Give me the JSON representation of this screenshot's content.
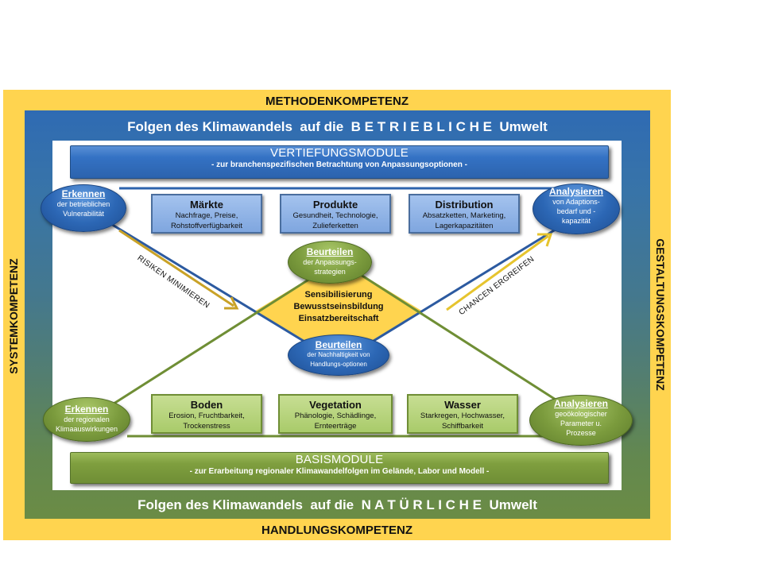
{
  "competencies": {
    "top": "METHODENKOMPETENZ",
    "bottom": "HANDLUNGSKOMPETENZ",
    "left": "SYSTEMKOMPETENZ",
    "right": "GESTALTUNGSKOMPETENZ"
  },
  "titles": {
    "top": "Folgen des Klimawandels  auf die  B E T R I E B L I C H E  Umwelt",
    "bottom": "Folgen des Klimawandels  auf die  N A T Ü R L I C H E  Umwelt"
  },
  "modules": {
    "vertiefung": {
      "title": "VERTIEFUNGSMODULE",
      "subtitle": "- zur branchenspezifischen  Betrachtung von Anpassungsoptionen  -"
    },
    "basis": {
      "title": "BASISMODULE",
      "subtitle": "- zur Erarbeitung regionaler Klimawandelfolgen  im Gelände, Labor und Modell -"
    }
  },
  "business_boxes": [
    {
      "title": "Märkte",
      "line1": "Nachfrage, Preise,",
      "line2": "Rohstoffverfügbarkeit"
    },
    {
      "title": "Produkte",
      "line1": "Gesundheit, Technologie,",
      "line2": "Zulieferketten"
    },
    {
      "title": "Distribution",
      "line1": "Absatzketten, Marketing,",
      "line2": "Lagerkapazitäten"
    }
  ],
  "nature_boxes": [
    {
      "title": "Boden",
      "line1": "Erosion, Fruchtbarkeit,",
      "line2": "Trockenstress"
    },
    {
      "title": "Vegetation",
      "line1": "Phänologie, Schädlinge,",
      "line2": "Ernteerträge"
    },
    {
      "title": "Wasser",
      "line1": "Starkregen, Hochwasser,",
      "line2": "Schiffbarkeit"
    }
  ],
  "ellipses": {
    "top_left": {
      "title": "Erkennen",
      "lines": [
        "der betrieblichen",
        "Vulnerabilität"
      ]
    },
    "top_right": {
      "title": "Analysieren",
      "lines": [
        "von Adaptions-",
        "bedarf und -",
        "kapazität"
      ]
    },
    "bottom_left": {
      "title": "Erkennen",
      "lines": [
        "der regionalen",
        "Klimaauswirkungen"
      ]
    },
    "bottom_right": {
      "title": "Analysieren",
      "lines": [
        "geoökologischer",
        "Parameter u.",
        "Prozesse"
      ]
    },
    "center_top": {
      "title": "Beurteilen",
      "lines": [
        "der Anpassungs-",
        "strategien"
      ]
    },
    "center_bottom": {
      "title": "Beurteilen",
      "lines": [
        "der Nachhaltigkeit  von",
        "Handlungs-optionen"
      ]
    }
  },
  "center": {
    "lines": [
      "Sensibilisierung",
      "Bewusstseinsbildung",
      "Einsatzbereitschaft"
    ]
  },
  "arrows": {
    "left": "RISIKEN MINIMIEREN",
    "right": "CHANCEN ERGREIFEN"
  },
  "colors": {
    "competence_frame": "#ffd44f",
    "business_blue": "#2f6bb3",
    "nature_green": "#6b8c45",
    "diamond": "#ffd44f",
    "arrow_gold": "#c9a227"
  }
}
